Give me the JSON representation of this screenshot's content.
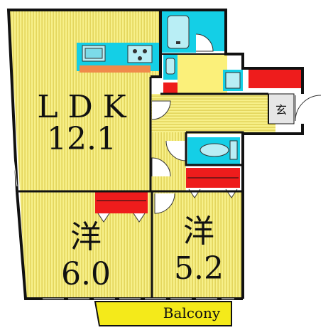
{
  "rooms": {
    "ldk": {
      "name": "L D K",
      "size": "12.1"
    },
    "western_1": {
      "name": "洋",
      "size": "6.0"
    },
    "western_2": {
      "name": "洋",
      "size": "5.2"
    },
    "entrance": {
      "name": "玄"
    },
    "balcony": {
      "name": "Balcony"
    }
  },
  "colors": {
    "floor_yellow": "#f7f08a",
    "floor_stripe": "#d8c640",
    "wet_area_cyan": "#14cfe6",
    "storage_red": "#ee1c1c",
    "counter_orange": "#f08a4b",
    "toilet_yellow": "#fbf07a",
    "wall": "#111111",
    "balcony_yellow": "#f4ea1a"
  }
}
